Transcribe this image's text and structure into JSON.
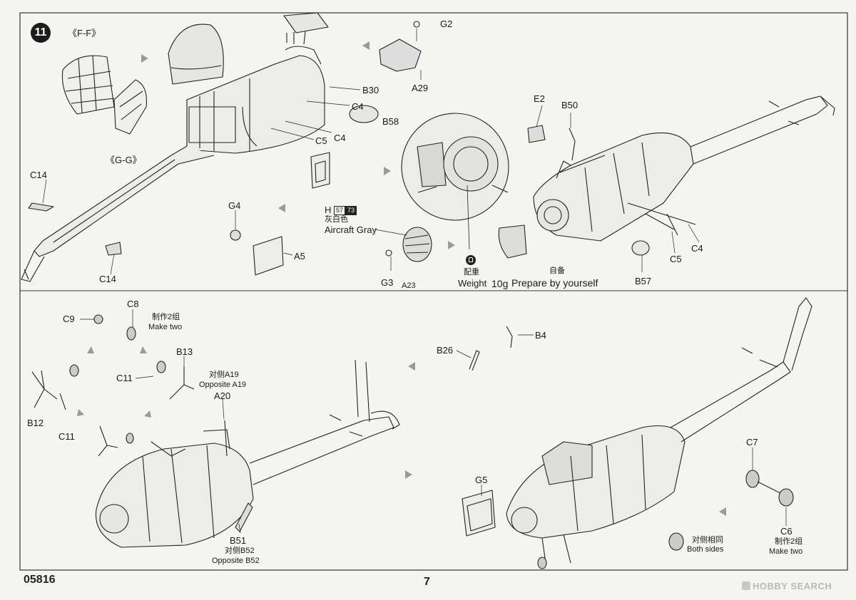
{
  "footer": {
    "code": "05816",
    "page_number": "7"
  },
  "watermark": "HOBBY SEARCH",
  "step": {
    "number": "11",
    "section_labels": {
      "ff": "《F-F》",
      "gg": "《G-G》"
    },
    "paint": {
      "code_letter": "H",
      "code_a": "57",
      "code_b": "73",
      "color_cn": "灰白色",
      "color_en": "Aircraft Gray"
    },
    "weight_note": {
      "cn_weight": "配重",
      "weight": "Weight",
      "amount": "10g",
      "cn_prepare": "自备",
      "prepare": "Prepare by yourself"
    },
    "parts_top": [
      "G2",
      "A29",
      "B30",
      "C4",
      "B58",
      "C4",
      "C5",
      "C14",
      "C14",
      "G4",
      "A5",
      "G3",
      "A23",
      "E2",
      "B50",
      "C4",
      "C5",
      "B57"
    ],
    "parts_bottom": [
      "C9",
      "C8",
      "B13",
      "C11",
      "B12",
      "C11",
      "A20",
      "B51",
      "B26",
      "B4",
      "G5",
      "C7",
      "C6"
    ],
    "notes": {
      "make_two_cn": "制作2组",
      "make_two": "Make two",
      "opposite_a19_cn": "对侧A19",
      "opposite_a19": "Opposite A19",
      "opposite_b52_cn": "对侧B52",
      "opposite_b52": "Opposite B52",
      "both_sides_cn": "对侧相同",
      "both_sides": "Both sides",
      "make_two2_cn": "制作2组",
      "make_two2": "Make two"
    }
  },
  "colors": {
    "paper": "#f4f4f1",
    "line": "#222222",
    "arrow": "#9a9a9a",
    "shade": "#cfcfcb"
  }
}
